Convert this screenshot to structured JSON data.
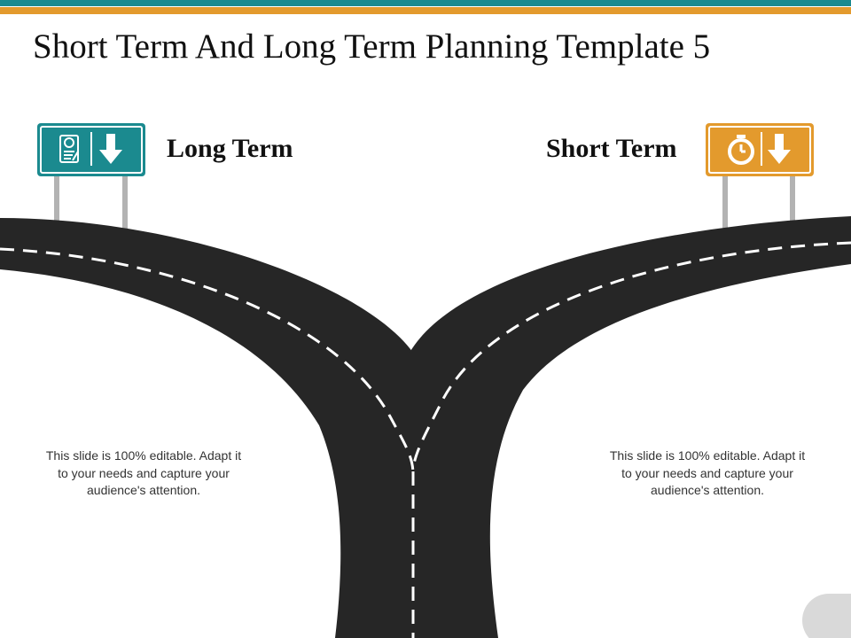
{
  "slide": {
    "title": "Short Term And Long Term Planning Template 5"
  },
  "branches": [
    {
      "label": "Long Term",
      "description": "This slide is 100% editable. Adapt it to your needs and capture your audience's attention.",
      "sign_color": "#1b8a8f",
      "sign_icons": [
        "document-icon",
        "arrow-down-icon"
      ]
    },
    {
      "label": "Short Term",
      "description": "This slide is 100% editable. Adapt it to your needs and capture your audience's attention.",
      "sign_color": "#e39a2d",
      "sign_icons": [
        "stopwatch-icon",
        "arrow-down-icon"
      ]
    }
  ],
  "colors": {
    "accent_teal": "#1b8a8f",
    "accent_orange": "#e39a2d",
    "road": "#262626",
    "lane_marking": "#ffffff",
    "sign_post": "#b3b3b3"
  }
}
